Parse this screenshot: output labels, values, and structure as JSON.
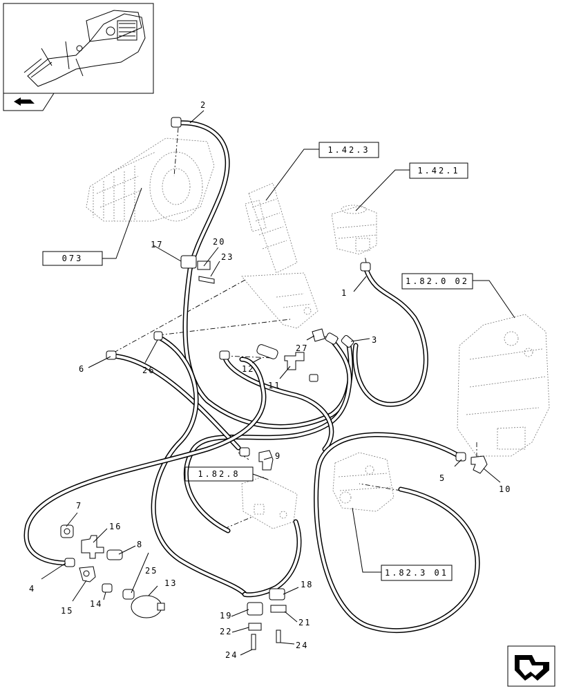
{
  "part_numbers": {
    "n1": "1",
    "n2": "2",
    "n3": "3",
    "n4": "4",
    "n5": "5",
    "n6": "6",
    "n7": "7",
    "n8": "8",
    "n9": "9",
    "n10": "10",
    "n11": "11",
    "n12": "12",
    "n13": "13",
    "n14": "14",
    "n15": "15",
    "n16": "16",
    "n17": "17",
    "n18": "18",
    "n19": "19",
    "n20": "20",
    "n21": "21",
    "n22": "22",
    "n23": "23",
    "n24a": "24",
    "n24b": "24",
    "n25": "25",
    "n26": "26",
    "n27": "27"
  },
  "references": {
    "r073": "073",
    "r1423": "1.42.3",
    "r1421": "1.42.1",
    "r182002": "1.82.0 02",
    "r1828": "1.82.8",
    "r182301": "1.82.3 01"
  },
  "icons": {
    "thumbnail": "tractor-assembly-thumbnail",
    "nav_arrow": "back-arrow-icon",
    "corner_arrow": "navigation-arrow-icon"
  }
}
